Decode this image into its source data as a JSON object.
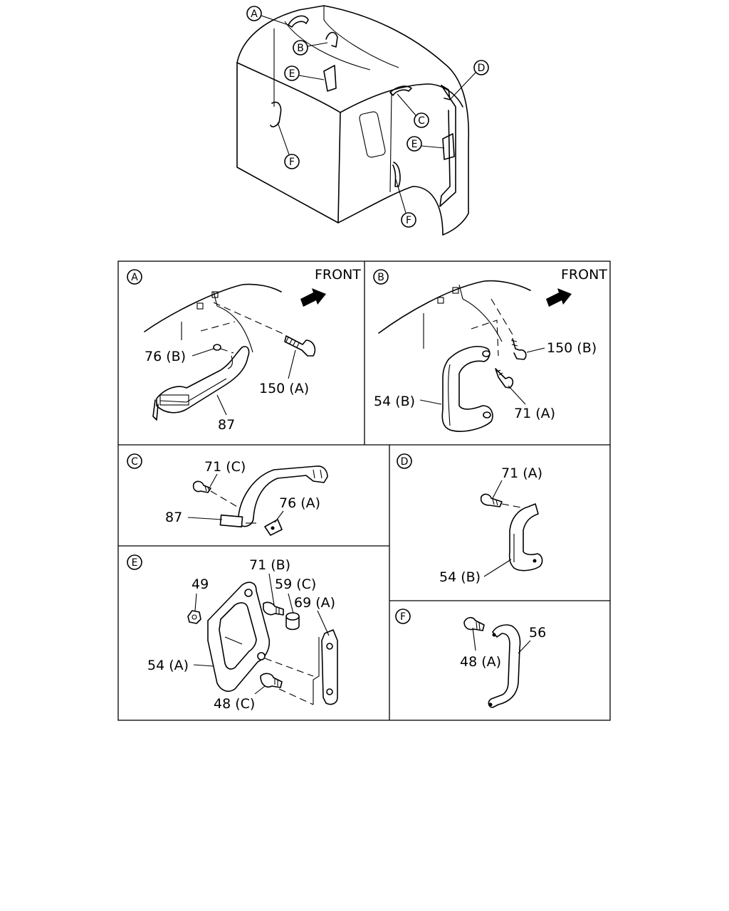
{
  "overview": {
    "callouts": [
      "A",
      "B",
      "E",
      "F",
      "C",
      "D",
      "E",
      "F"
    ]
  },
  "panels": {
    "A": {
      "letter": "A",
      "front_label": "FRONT",
      "labels": [
        "76 (B)",
        "150 (A)",
        "87"
      ]
    },
    "B": {
      "letter": "B",
      "front_label": "FRONT",
      "labels": [
        "150 (B)",
        "54 (B)",
        "71 (A)"
      ]
    },
    "C": {
      "letter": "C",
      "labels": [
        "71 (C)",
        "76 (A)",
        "87"
      ]
    },
    "D": {
      "letter": "D",
      "labels": [
        "71 (A)",
        "54 (B)"
      ]
    },
    "E": {
      "letter": "E",
      "labels": [
        "71 (B)",
        "49",
        "59 (C)",
        "69 (A)",
        "54 (A)",
        "48 (C)"
      ]
    },
    "F": {
      "letter": "F",
      "labels": [
        "56",
        "48 (A)"
      ]
    }
  }
}
